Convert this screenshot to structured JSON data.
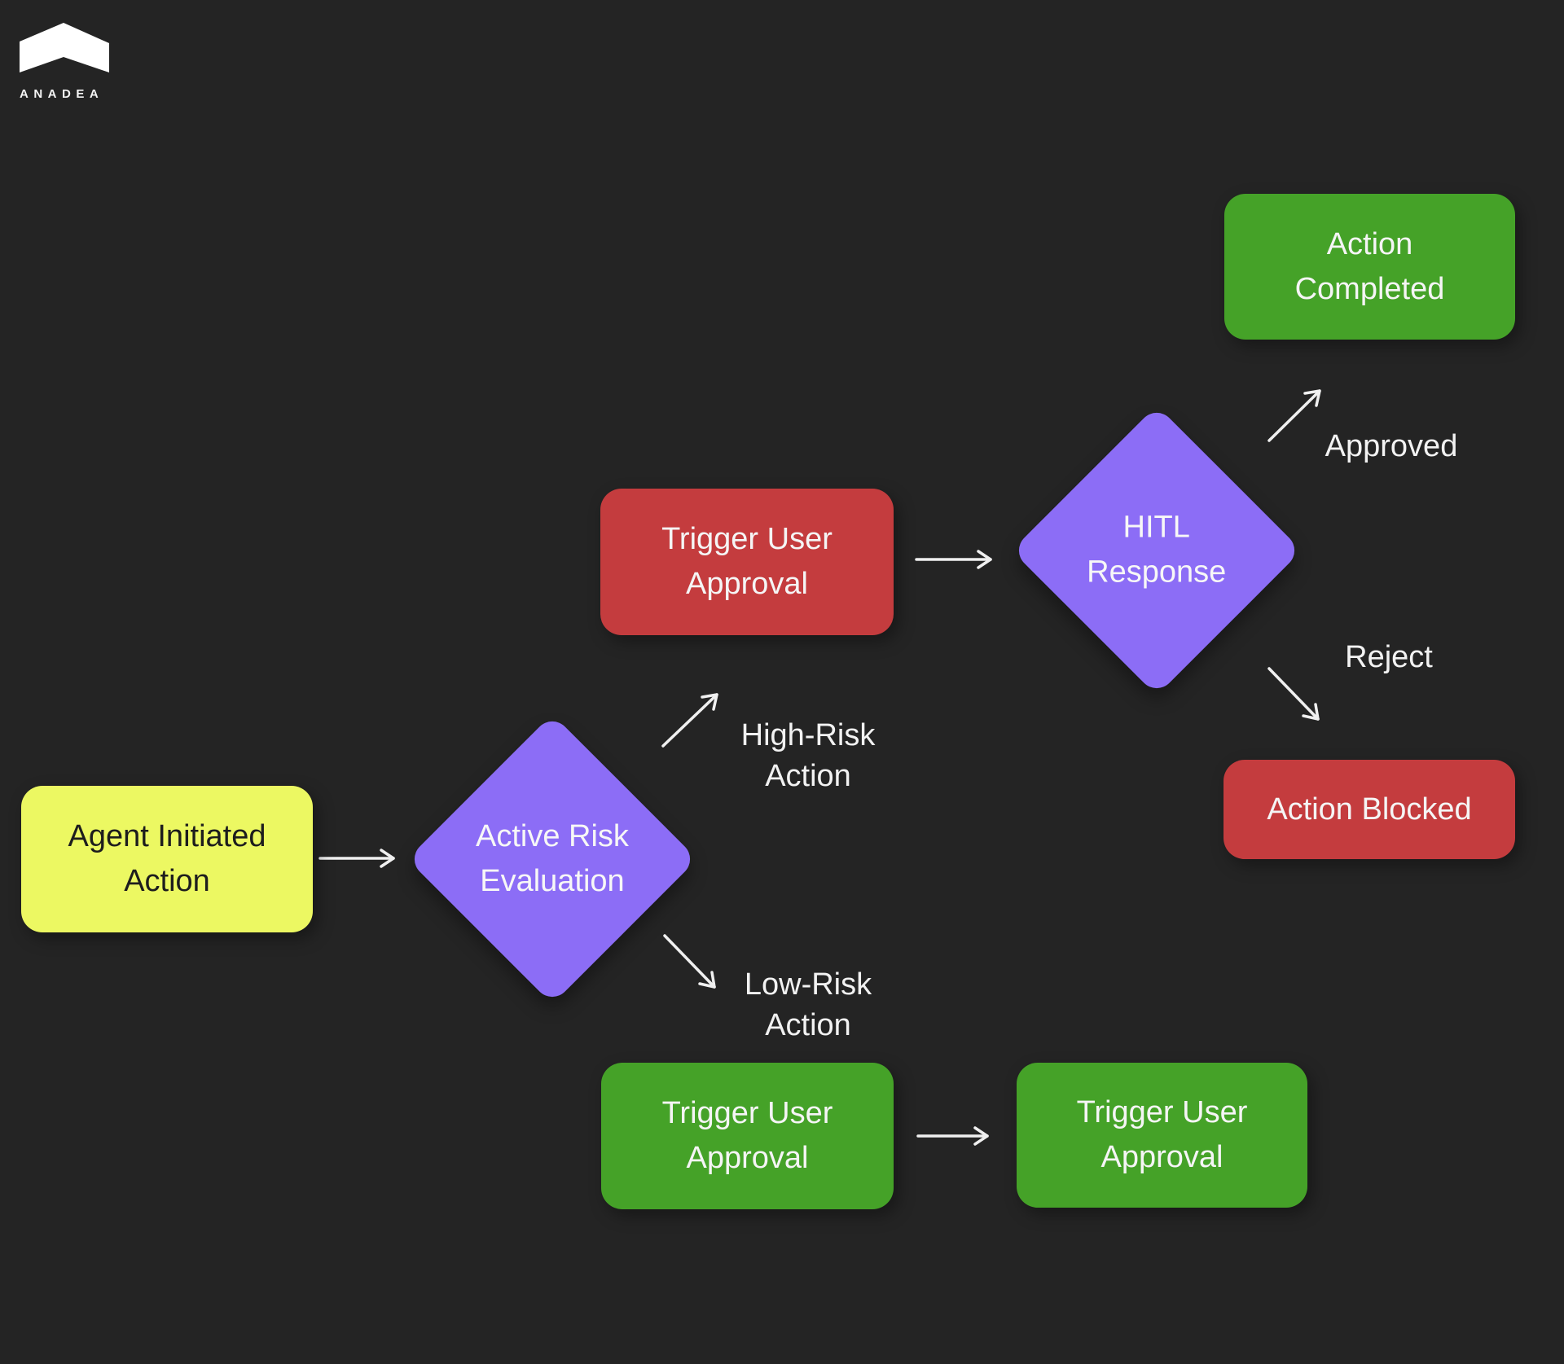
{
  "brand": {
    "name": "ANADEA"
  },
  "colors": {
    "background": "#242424",
    "node_yellow": "#ecf862",
    "node_purple": "#8c6df6",
    "node_red": "#c43c3e",
    "node_green": "#45a228",
    "text_light": "#f5f5f5",
    "text_dark": "#1d1d1d",
    "arrow": "#f0f0f0"
  },
  "nodes": {
    "agent_initiated": {
      "line1": "Agent Initiated",
      "line2": "Action"
    },
    "risk_evaluation": {
      "line1": "Active Risk",
      "line2": "Evaluation"
    },
    "trigger_approval_high": {
      "line1": "Trigger User",
      "line2": "Approval"
    },
    "hitl_response": {
      "line1": "HITL",
      "line2": "Response"
    },
    "action_completed": {
      "line1": "Action",
      "line2": "Completed"
    },
    "action_blocked": {
      "label": "Action Blocked"
    },
    "trigger_approval_low_left": {
      "line1": "Trigger User",
      "line2": "Approval"
    },
    "trigger_approval_low_right": {
      "line1": "Trigger User",
      "line2": "Approval"
    }
  },
  "edge_labels": {
    "high_risk": {
      "line1": "High-Risk",
      "line2": "Action"
    },
    "low_risk": {
      "line1": "Low-Risk",
      "line2": "Action"
    },
    "approved": "Approved",
    "reject": "Reject"
  }
}
